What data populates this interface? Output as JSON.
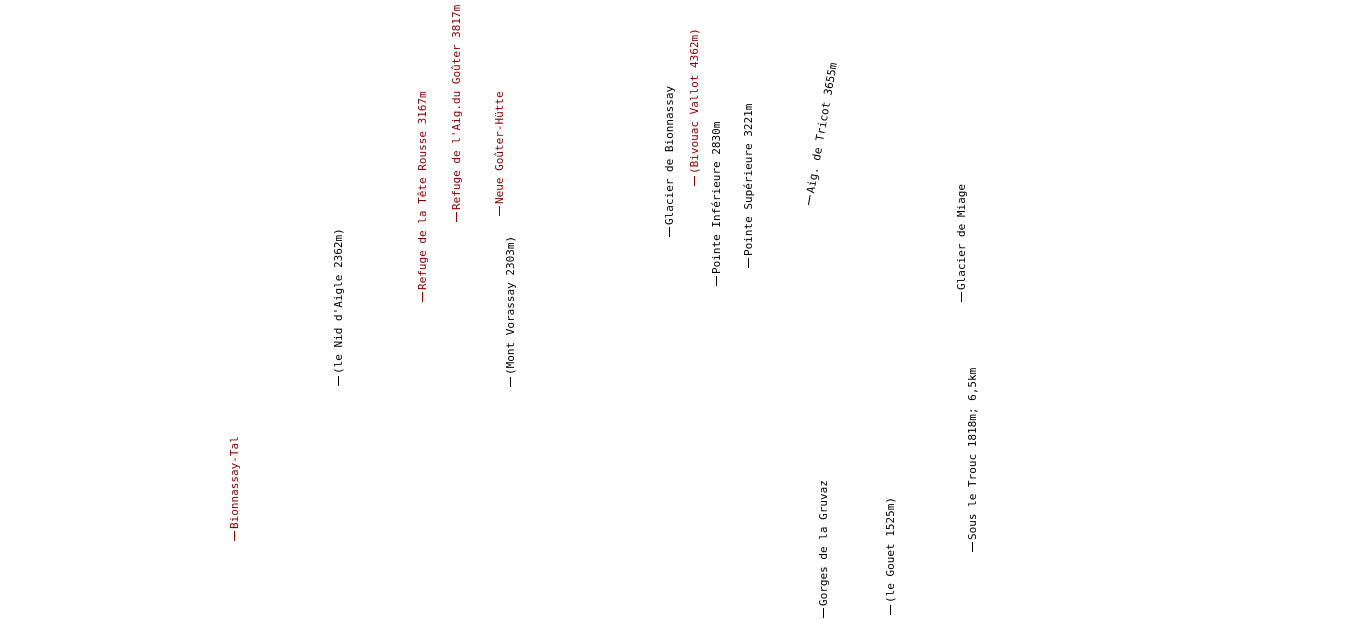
{
  "colors": {
    "background": "#ffffff",
    "label_black": "#000000",
    "label_red": "#8b0000"
  },
  "labels": [
    {
      "text": "Bionnassay-Tal",
      "color": "red"
    },
    {
      "text": "(le Nid d'Aigle 2362m)",
      "color": "black"
    },
    {
      "text": "Refuge de la Tête Rousse 3167m",
      "color": "red"
    },
    {
      "text": "Refuge de l'Aig.du Goûter 3817m",
      "color": "red"
    },
    {
      "text": "Neue Goûter-Hütte",
      "color": "red"
    },
    {
      "text": "(Mont Vorassay 2303m)",
      "color": "black"
    },
    {
      "text": "Glacier de Bionnassay",
      "color": "black"
    },
    {
      "text": "(Bivouac Vallot 4362m)",
      "color": "red"
    },
    {
      "text": "Pointe Inférieure 2830m",
      "color": "black"
    },
    {
      "text": "Pointe Supérieure 3221m",
      "color": "black"
    },
    {
      "text": "Aig. de Tricot 3655m",
      "color": "black"
    },
    {
      "text": "Gorges de la Gruvaz",
      "color": "black"
    },
    {
      "text": "(le Gouet 1525m)",
      "color": "black"
    },
    {
      "text": "Glacier de Miage",
      "color": "black"
    },
    {
      "text": "Sous le Trouc 1818m; 6,5km",
      "color": "black"
    }
  ]
}
